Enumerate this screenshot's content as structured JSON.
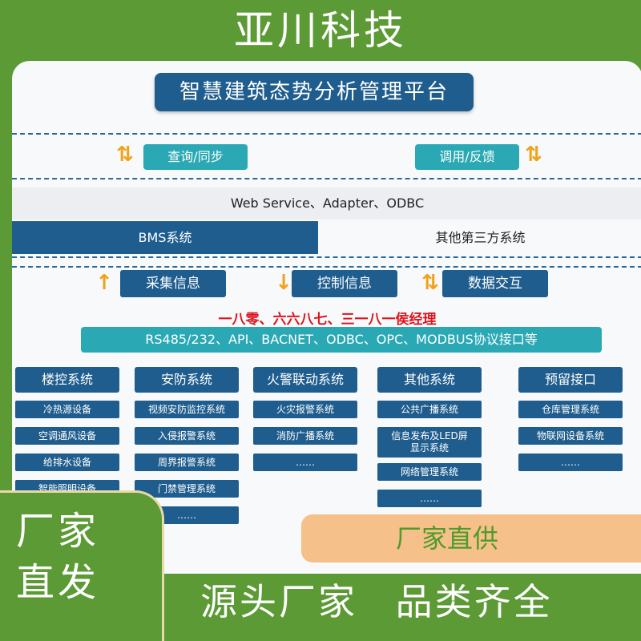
{
  "brand": "亚川科技",
  "diagram": {
    "title": "智慧建筑态势分析管理平台",
    "top_left_label": "查询/同步",
    "top_right_label": "调用/反馈",
    "arrow_up_down": "⇅",
    "arrow_up": "↑",
    "arrow_down": "↓",
    "middleware": "Web Service、Adapter、ODBC",
    "bms": "BMS系统",
    "third_party": "其他第三方系统",
    "flows": [
      "采集信息",
      "控制信息",
      "数据交互"
    ],
    "phone": "一八零、六六八七、三一八一侯经理",
    "protocols": "RS485/232、API、BACNET、ODBC、OPC、MODBUS协议接口等",
    "columns": [
      {
        "title": "楼控系统",
        "items": [
          "冷热源设备",
          "空调通风设备",
          "给排水设备",
          "智能照明设备"
        ]
      },
      {
        "title": "安防系统",
        "items": [
          "视频安防监控系统",
          "入侵报警系统",
          "周界报警系统",
          "门禁管理系统",
          "……"
        ]
      },
      {
        "title": "火警联动系统",
        "items": [
          "火灾报警系统",
          "消防广播系统",
          "……"
        ]
      },
      {
        "title": "其他系统",
        "items": [
          "公共广播系统",
          "信息发布及LED屏\n显示系统",
          "网络管理系统",
          "……"
        ]
      },
      {
        "title": "预留接口",
        "items": [
          "仓库管理系统",
          "物联网设备系统",
          "……"
        ]
      }
    ]
  },
  "banner": {
    "corner_line1": "厂家",
    "corner_line2": "直发",
    "pill": "厂家直供",
    "bottom": "源头厂家 品类齐全"
  },
  "colors": {
    "green": "#5b9a34",
    "navy": "#1f5d8e",
    "teal": "#2aa8b4",
    "red": "#e0141e",
    "orange": "#f0a21a",
    "pill": "#f5c089"
  }
}
